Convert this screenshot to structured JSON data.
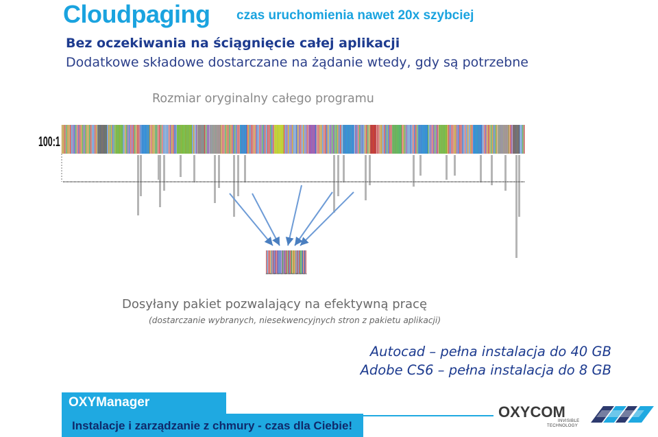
{
  "header": {
    "title": "Cloudpaging",
    "subtitle": "czas uruchomienia nawet 20x szybciej"
  },
  "intro": {
    "line1": "Bez oczekiwania na ściągnięcie całej aplikacji",
    "line2": "Dodatkowe składowe dostarczane na żądanie wtedy, gdy są potrzebne"
  },
  "diagram": {
    "original_size_label": "Rozmiar oryginalny całego programu",
    "ratio_label": "100:1",
    "packet_label": "Dosyłany pakiet pozwalający na efektywną pracę",
    "packet_note": "(dostarczanie wybranych, niesekwencyjnych stron z pakietu aplikacji)"
  },
  "examples": {
    "line1": "Autocad – pełna instalacja do 40 GB",
    "line2": "Adobe CS6 – pełna instalacja do 8 GB"
  },
  "footer": {
    "product": "OXYManager",
    "tagline": "Instalacje i zarządzanie z chmury - czas dla Ciebie!",
    "brand": "OXYCOM",
    "brand_sub1": "INVISIBLE",
    "brand_sub2": "TECHNOLOGY"
  },
  "colors": {
    "accent": "#1aa3df",
    "navy": "#1d3b8f",
    "footer_bar": "#1fa9e1"
  }
}
